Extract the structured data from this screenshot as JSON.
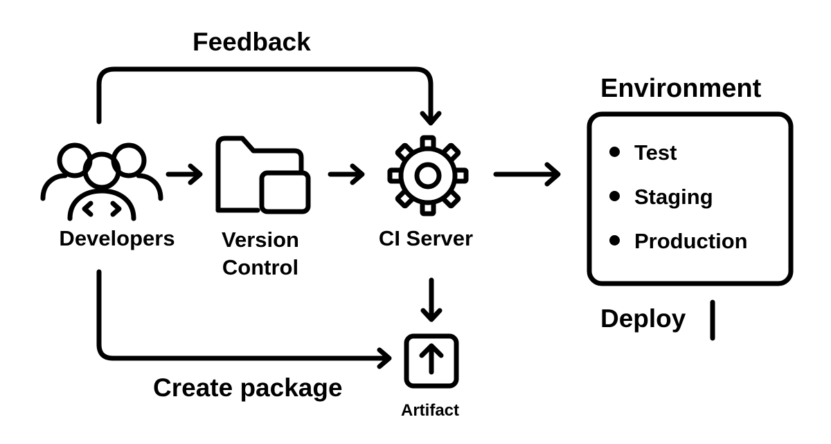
{
  "labels": {
    "feedback": "Feedback",
    "developers": "Developers",
    "version_control_line1": "Version",
    "version_control_line2": "Control",
    "ci_server": "CI Server",
    "create_package": "Create package",
    "artifact": "Artifact",
    "environment": "Environment",
    "deploy": "Deploy"
  },
  "environment_items": [
    "Test",
    "Staging",
    "Production"
  ],
  "icons": {
    "developers": "users-code-icon",
    "version_control": "folder-icon",
    "ci_server": "gear-icon",
    "artifact": "upload-box-icon"
  },
  "colors": {
    "stroke": "#000000",
    "background": "#ffffff"
  }
}
